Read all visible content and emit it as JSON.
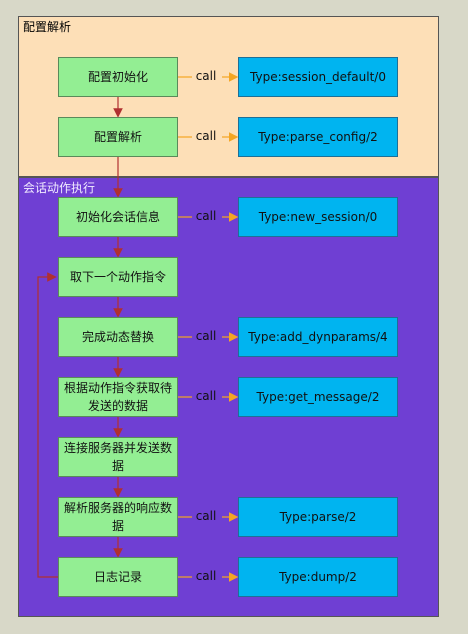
{
  "lanes": {
    "config": {
      "title": "配置解析"
    },
    "session": {
      "title": "会话动作执行"
    }
  },
  "steps": [
    {
      "label": "配置初始化",
      "call": "call",
      "type": "Type:session_default/0"
    },
    {
      "label": "配置解析",
      "call": "call",
      "type": "Type:parse_config/2"
    },
    {
      "label": "初始化会话信息",
      "call": "call",
      "type": "Type:new_session/0"
    },
    {
      "label": "取下一个动作指令"
    },
    {
      "label": "完成动态替换",
      "call": "call",
      "type": "Type:add_dynparams/4"
    },
    {
      "label": "根据动作指令获取待发送的数据",
      "call": "call",
      "type": "Type:get_message/2"
    },
    {
      "label": "连接服务器并发送数据"
    },
    {
      "label": "解析服务器的响应数据",
      "call": "call",
      "type": "Type:parse/2"
    },
    {
      "label": "日志记录",
      "call": "call",
      "type": "Type:dump/2"
    }
  ],
  "colors": {
    "config_lane": "#fddfb7",
    "session_lane": "#6f3fd3",
    "step_fill": "#93ee93",
    "type_fill": "#00b4f0",
    "flow_arrow": "#b03030",
    "call_arrow": "#f5a623"
  }
}
